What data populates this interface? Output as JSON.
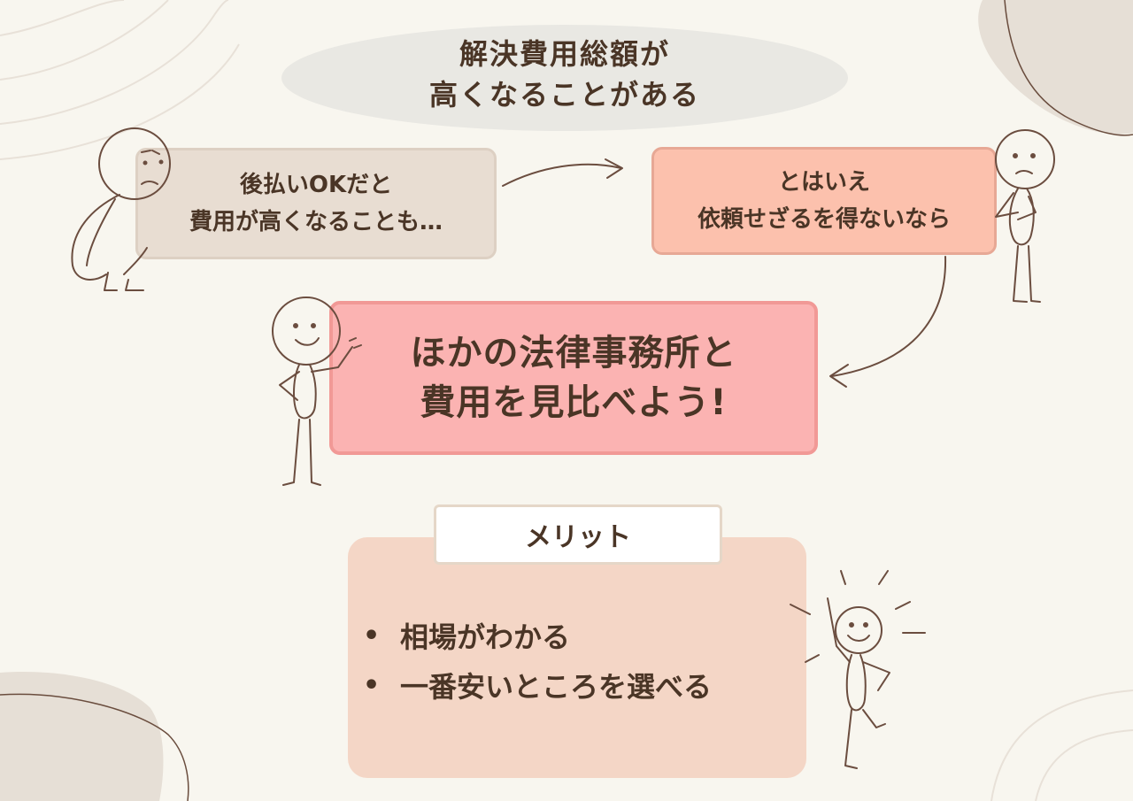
{
  "title": {
    "line1": "解決費用総額が",
    "line2": "高くなることがある"
  },
  "left_box": {
    "line1": "後払いOKだと",
    "line2": "費用が高くなることも…"
  },
  "right_box": {
    "line1": "とはいえ",
    "line2": "依頼せざるを得ないなら"
  },
  "center_box": {
    "line1": "ほかの法律事務所と",
    "line2": "費用を見比べよう!"
  },
  "merit": {
    "label": "メリット",
    "items": [
      {
        "bullet": "•",
        "text": "相場がわかる"
      },
      {
        "bullet": "•",
        "text": "一番安いところを選べる"
      }
    ]
  },
  "colors": {
    "background": "#f8f6ef",
    "text": "#4a3526",
    "left_box": "#e8ddd2",
    "right_box": "#fcc1ad",
    "center_box": "#fbb3b2",
    "merit_box": "#f4d6c6",
    "blob": "#e6dfd6"
  },
  "icons": [
    "worried-stick-figure-icon",
    "thinking-stick-figure-icon",
    "waving-stick-figure-icon",
    "excited-stick-figure-icon",
    "curved-arrow-icon"
  ]
}
